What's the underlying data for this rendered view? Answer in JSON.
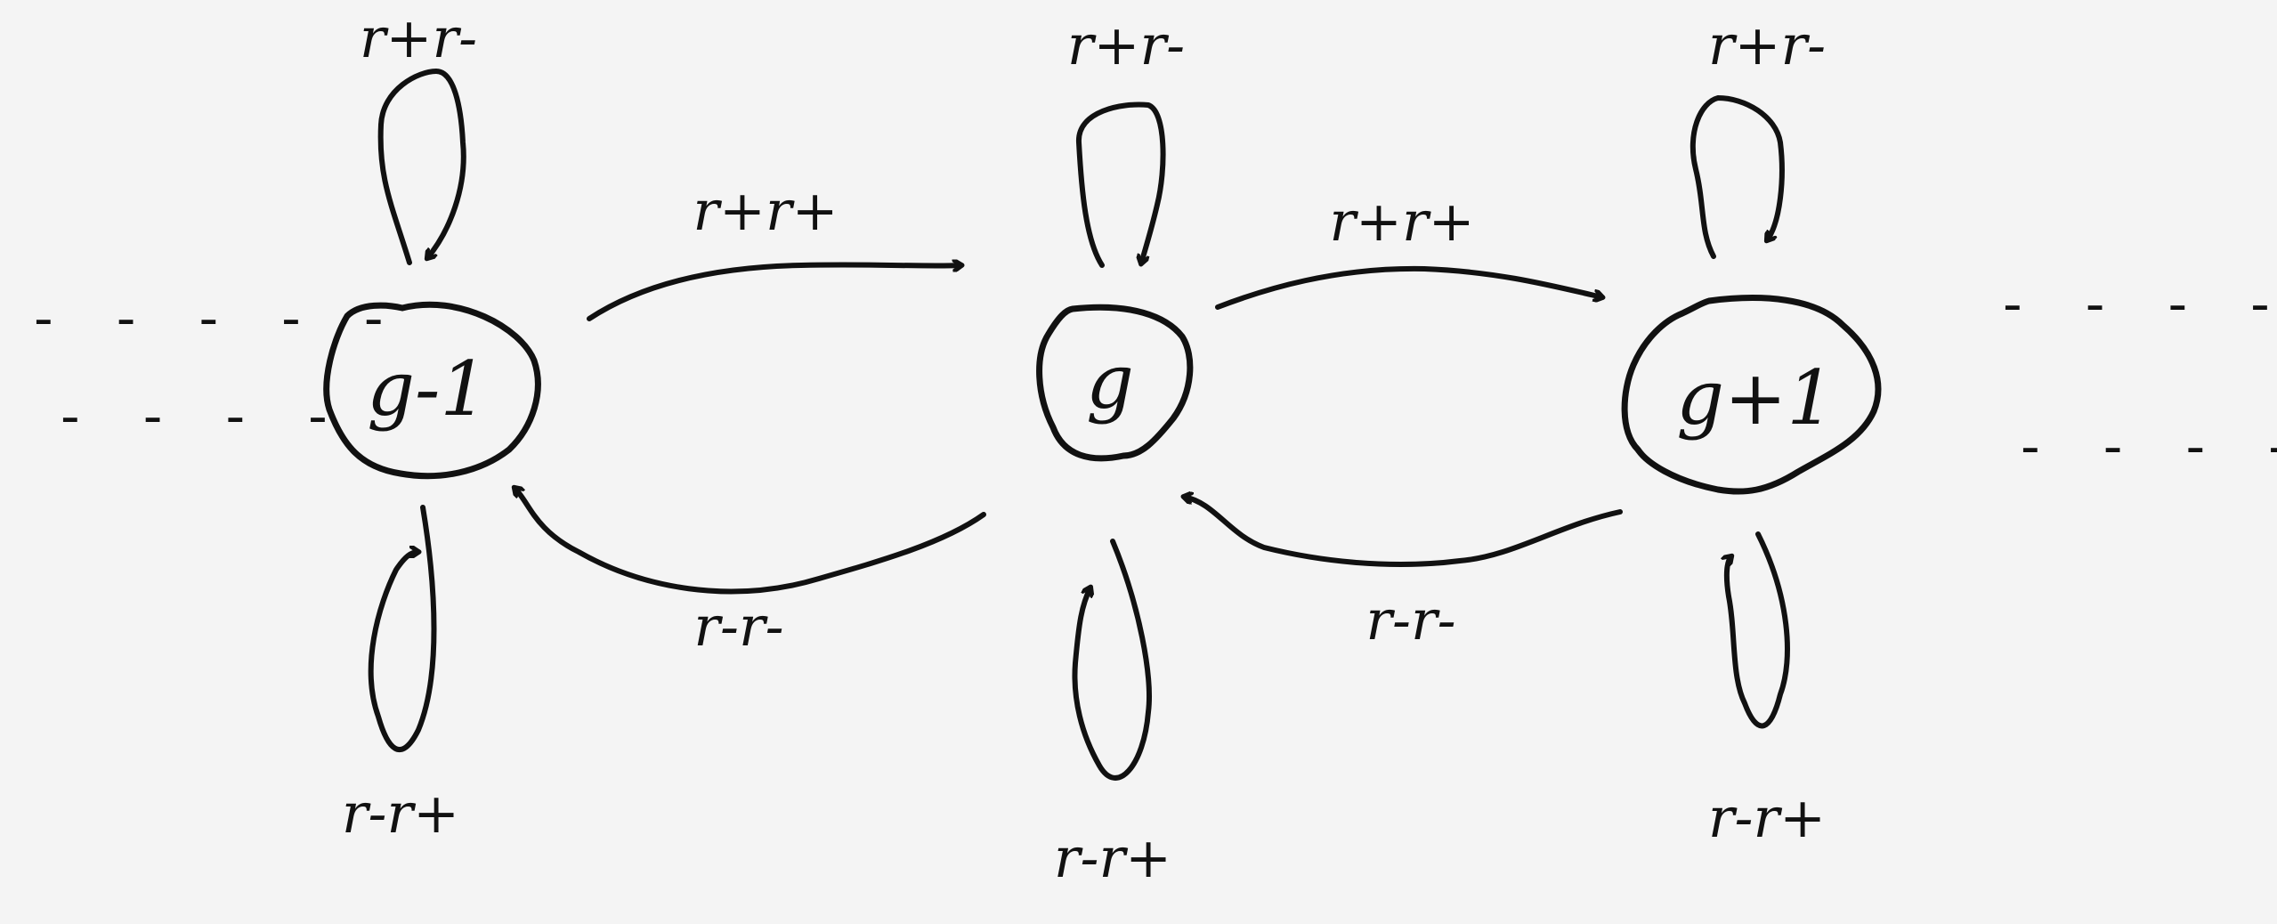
{
  "nodes": {
    "left": "g-1",
    "center": "g",
    "right": "g+1"
  },
  "edges": {
    "left_self_top": "r+r-",
    "left_self_bottom": "r-r+",
    "center_self_top": "r+r-",
    "center_self_bottom": "r-r+",
    "right_self_top": "r+r-",
    "right_self_bottom": "r-r+",
    "left_to_center": "r+r+",
    "center_to_right": "r+r+",
    "center_to_left": "r-r-",
    "right_to_center": "r-r-"
  },
  "continuation": {
    "left_top": "- - - - -",
    "left_bottom": "- - - -",
    "right_top": "- - - -",
    "right_bottom": "- - - -"
  },
  "colors": {
    "ink": "#111111",
    "background": "#f4f4f4"
  }
}
